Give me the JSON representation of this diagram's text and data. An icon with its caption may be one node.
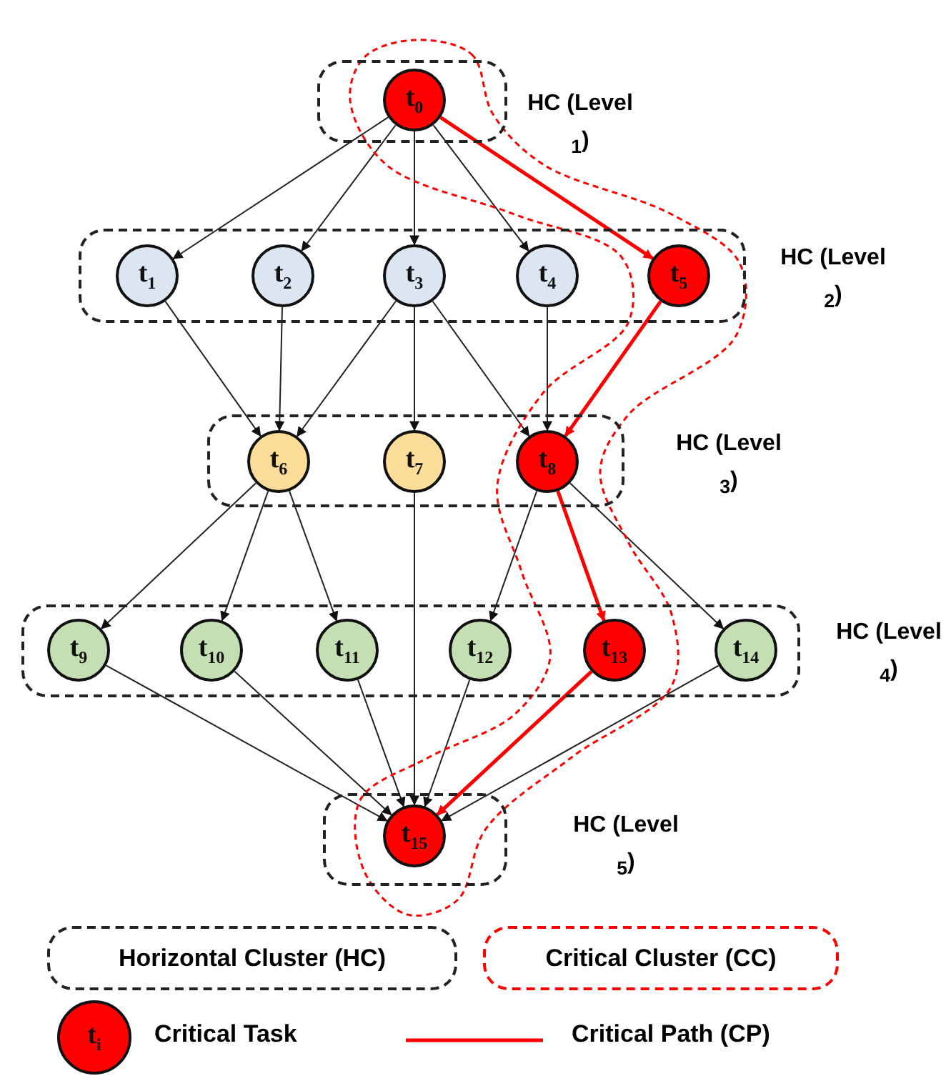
{
  "diagram": {
    "nodes": [
      {
        "text": [
          "HC (Level $_{1}$)"
        ]
      },
      {
        "text": [
          "t$_{0}$"
        ],
        "in": 0
      },
      {
        "text": [
          "HC (Level $_{2}$)"
        ]
      },
      {
        "text": [
          "t$_{1}$"
        ],
        "in": 2
      },
      {
        "text": [
          "t$_{2}$"
        ],
        "in": 2
      },
      {
        "text": [
          "t$_{3}$"
        ],
        "in": 2
      },
      {
        "text": [
          "t$_{4}$"
        ],
        "in": 2
      },
      {
        "text": [
          "t$_{5}$"
        ],
        "in": 2
      },
      {
        "text": [
          "HC (Level $_{3}$)"
        ]
      },
      {
        "text": [
          "t$_{6}$"
        ],
        "in": 8
      },
      {
        "text": [
          "t$_{7}$"
        ],
        "in": 8
      },
      {
        "text": [
          "t$_{8}$"
        ],
        "in": 8
      },
      {
        "text": [
          "HC (Level $_{4}$)"
        ]
      },
      {
        "text": [
          "t$_{9}$"
        ],
        "in": 12
      },
      {
        "text": [
          "t$_{10}$"
        ],
        "in": 12
      },
      {
        "text": [
          "t$_{11}$"
        ],
        "in": 12
      },
      {
        "text": [
          "t$_{12}$"
        ],
        "in": 12
      },
      {
        "text": [
          "t$_{13}$"
        ],
        "in": 12
      },
      {
        "text": [
          "t$_{14}$"
        ],
        "in": 12
      },
      {
        "text": [
          "HC (Level $_{5}$)"
        ]
      },
      {
        "text": [
          "t$_{15}$"
        ],
        "in": 19
      }
    ],
    "edges": [
      {
        "from": 1,
        "to": 3,
        "arrow": "to"
      },
      {
        "from": 1,
        "to": 4,
        "arrow": "to"
      },
      {
        "from": 1,
        "to": 5,
        "arrow": "to"
      },
      {
        "from": 1,
        "to": 6,
        "arrow": "to"
      },
      {
        "from": 1,
        "to": 7,
        "arrow": "to",
        "style": "thick",
        "color": "#ff0000"
      },
      {
        "from": 3,
        "to": 9,
        "arrow": "to"
      },
      {
        "from": 4,
        "to": 9,
        "arrow": "to"
      },
      {
        "from": 5,
        "to": 9,
        "arrow": "to"
      },
      {
        "from": 5,
        "to": 10,
        "arrow": "to"
      },
      {
        "from": 5,
        "to": 11,
        "arrow": "to"
      },
      {
        "from": 6,
        "to": 11,
        "arrow": "to"
      },
      {
        "from": 7,
        "to": 11,
        "arrow": "to",
        "style": "thick",
        "color": "#ff0000"
      },
      {
        "from": 9,
        "to": 13,
        "arrow": "to"
      },
      {
        "from": 9,
        "to": 14,
        "arrow": "to"
      },
      {
        "from": 9,
        "to": 15,
        "arrow": "to"
      },
      {
        "from": 11,
        "to": 16,
        "arrow": "to"
      },
      {
        "from": 11,
        "to": 17,
        "arrow": "to",
        "style": "thick",
        "color": "#ff0000"
      },
      {
        "from": 11,
        "to": 18,
        "arrow": "to"
      },
      {
        "from": 13,
        "to": 20,
        "arrow": "to"
      },
      {
        "from": 14,
        "to": 20,
        "arrow": "to"
      },
      {
        "from": 15,
        "to": 20,
        "arrow": "to"
      },
      {
        "from": 10,
        "to": 20,
        "arrow": "to"
      },
      {
        "from": 16,
        "to": 20,
        "arrow": "to"
      },
      {
        "from": 17,
        "to": 20,
        "arrow": "to",
        "style": "thick",
        "color": "#ff0000"
      },
      {
        "from": 18,
        "to": 20,
        "arrow": "to"
      }
    ],
    "labels": [
      "t$_{i}$"
    ],
    "legend": [
      {
        "text": "Horizontal Cluster (HC)"
      },
      {
        "text": "Critical Cluster (CC)"
      },
      {
        "text": "Critical Task"
      },
      {
        "text": "Critical Path (CP)"
      }
    ]
  }
}
